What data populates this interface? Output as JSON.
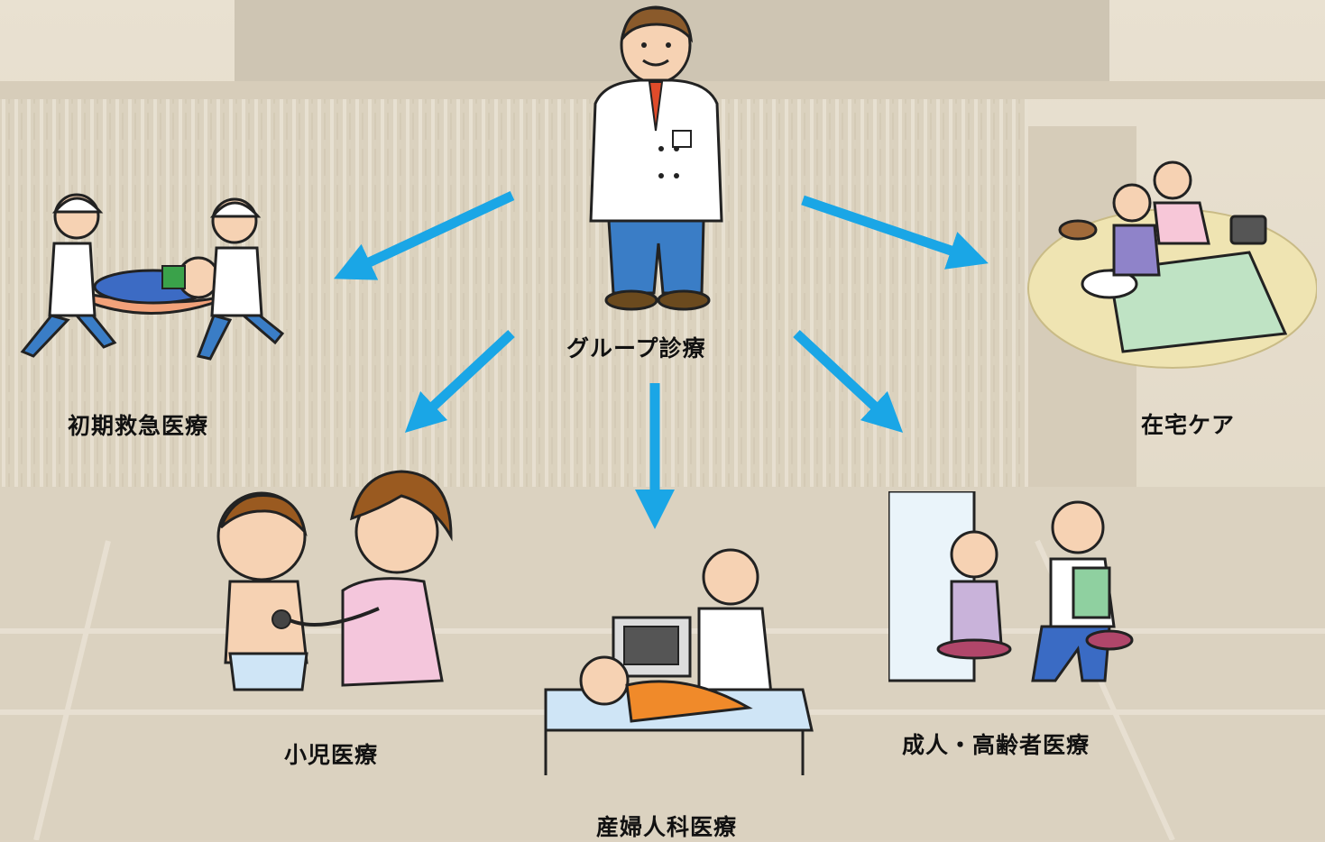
{
  "colors": {
    "arrow": "#1aa6e6",
    "background": "#ddd3c2",
    "label": "#111111"
  },
  "center": {
    "label": "グループ診療",
    "icon": "doctor-icon"
  },
  "nodes": [
    {
      "id": "emergency",
      "label": "初期救急医療",
      "icon": "stretcher-icon"
    },
    {
      "id": "pediatrics",
      "label": "小児医療",
      "icon": "pediatric-exam-icon"
    },
    {
      "id": "obstetrics",
      "label": "産婦人科医療",
      "icon": "ultrasound-icon"
    },
    {
      "id": "adult",
      "label": "成人・高齢者医療",
      "icon": "elderly-consult-icon"
    },
    {
      "id": "homecare",
      "label": "在宅ケア",
      "icon": "home-care-icon"
    }
  ]
}
